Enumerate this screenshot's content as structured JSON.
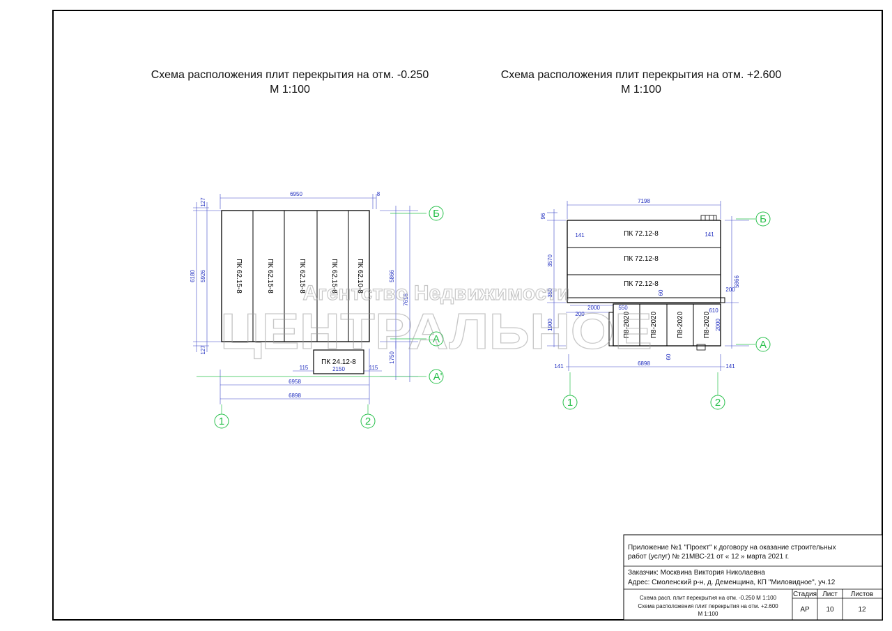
{
  "titles": {
    "left_title": "Схема расположения плит перекрытия на отм. -0.250",
    "left_scale": "М 1:100",
    "right_title": "Схема расположения плит перекрытия на отм. +2.600",
    "right_scale": "М 1:100"
  },
  "watermark": {
    "line1": "Агентство Недвижимости",
    "line2": "ЦЕНТРАЛЬНОЕ"
  },
  "left_plan": {
    "slabs": [
      "ПК 62.15-8",
      "ПК 62.15-8",
      "ПК 62.15-8",
      "ПК 62.15-8",
      "ПК 62.10-8"
    ],
    "small_slab": "ПК 24.12-8",
    "dims": {
      "top_width": "6950",
      "top_right": "8",
      "left_outer": "6180",
      "left_inner": "5926",
      "left_top": "127",
      "left_bottom": "127",
      "right_inner": "5866",
      "right_outer": "7616",
      "right_lower": "1750",
      "small_width": "2150",
      "small_left": "115",
      "small_right": "115",
      "bottom_1": "6958",
      "bottom_2": "6898"
    },
    "axes": {
      "b": "Б",
      "a": "А",
      "a_prime": "А'",
      "one": "1",
      "two": "2"
    }
  },
  "right_plan": {
    "slabs_h": [
      "ПК 72.12-8",
      "ПК 72.12-8",
      "ПК 72.12-8"
    ],
    "slabs_v": [
      "П8-2020",
      "П8-2020",
      "П8-2020",
      "П8-2020"
    ],
    "dims": {
      "top_width": "7198",
      "top_left": "96",
      "inner_left": "141",
      "inner_right": "141",
      "left_upper": "3570",
      "left_mid": "350",
      "left_lower": "1900",
      "mid_2000": "2000",
      "mid_200": "200",
      "mid_550": "550",
      "mid_60a": "60",
      "mid_610": "610",
      "right_2000": "2000",
      "right_200": "200",
      "right_5866": "5866",
      "bottom_60": "60",
      "bottom_141l": "141",
      "bottom_6898": "6898",
      "bottom_141r": "141"
    },
    "axes": {
      "b": "Б",
      "a": "А",
      "one": "1",
      "two": "2"
    }
  },
  "stamp": {
    "line1": "Приложение №1 \"Проект\" к договору на оказание строительных",
    "line2": "работ (услуг) № 21МВС-21 от « 12 » марта 2021 г.",
    "customer": "Заказчик: Москвина Виктория Николаевна",
    "address": "Адрес:  Смоленский р-н, д. Деменщина, КП \"Миловидное\", уч.12",
    "desc1": "Схема расп. плит перекрытия на отм. -0.250  М 1:100",
    "desc2": "Схема расположения плит перекрытия на отм. +2.600",
    "desc3": "М 1:100",
    "stage_h": "Стадия",
    "sheet_h": "Лист",
    "sheets_h": "Листов",
    "stage": "АР",
    "sheet": "10",
    "sheets": "12"
  },
  "colors": {
    "dimension": "#1f2dbf",
    "axis": "#27c04a",
    "line": "#000000"
  }
}
